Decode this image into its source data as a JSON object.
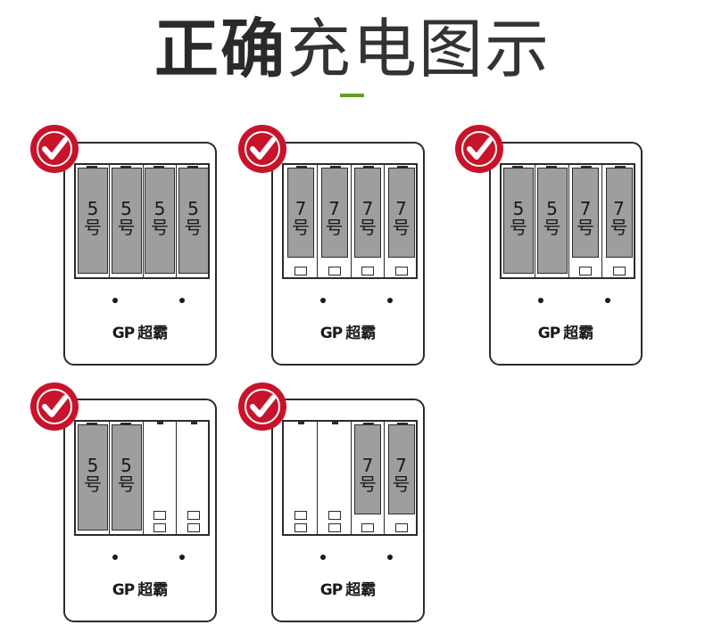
{
  "title": {
    "bold": "正确",
    "light": "充电图示"
  },
  "colors": {
    "accent": "#5aa12b",
    "check": "#c8142a",
    "battery": "#9e9e9e",
    "outline": "#2b2b2b"
  },
  "chargers": [
    {
      "brand": "GP",
      "brand_cn": "超霸",
      "badge": "check-icon",
      "slots": [
        {
          "battery": "5",
          "char": "号"
        },
        {
          "battery": "5",
          "char": "号"
        },
        {
          "battery": "5",
          "char": "号"
        },
        {
          "battery": "5",
          "char": "号"
        }
      ]
    },
    {
      "brand": "GP",
      "brand_cn": "超霸",
      "badge": "check-icon",
      "slots": [
        {
          "battery": "7",
          "char": "号"
        },
        {
          "battery": "7",
          "char": "号"
        },
        {
          "battery": "7",
          "char": "号"
        },
        {
          "battery": "7",
          "char": "号"
        }
      ]
    },
    {
      "brand": "GP",
      "brand_cn": "超霸",
      "badge": "check-icon",
      "slots": [
        {
          "battery": "5",
          "char": "号"
        },
        {
          "battery": "5",
          "char": "号"
        },
        {
          "battery": "7",
          "char": "号"
        },
        {
          "battery": "7",
          "char": "号"
        }
      ]
    },
    {
      "brand": "GP",
      "brand_cn": "超霸",
      "badge": "check-icon",
      "slots": [
        {
          "battery": "5",
          "char": "号"
        },
        {
          "battery": "5",
          "char": "号"
        },
        {
          "battery": null
        },
        {
          "battery": null
        }
      ]
    },
    {
      "brand": "GP",
      "brand_cn": "超霸",
      "badge": "check-icon",
      "slots": [
        {
          "battery": null
        },
        {
          "battery": null
        },
        {
          "battery": "7",
          "char": "号"
        },
        {
          "battery": "7",
          "char": "号"
        }
      ]
    }
  ]
}
